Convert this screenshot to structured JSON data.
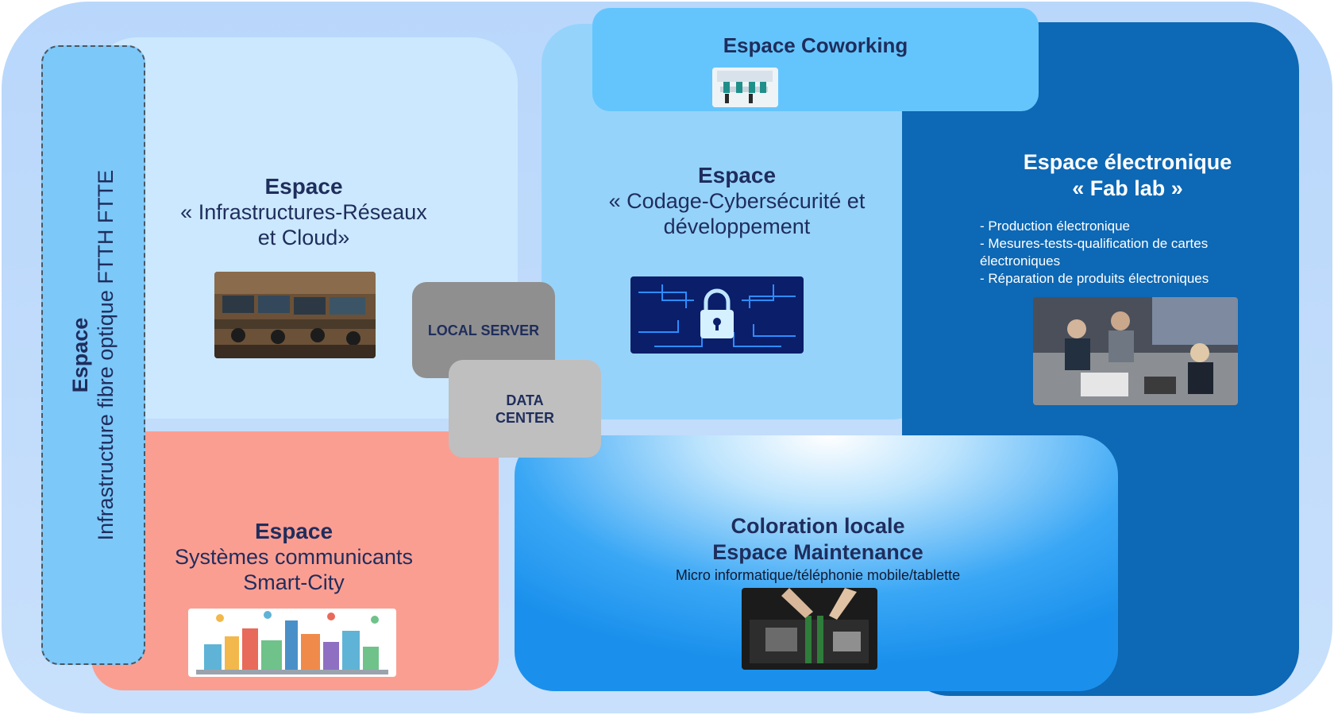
{
  "coworking": {
    "title": "Espace Coworking"
  },
  "infra": {
    "line1": "Espace",
    "line2": "« Infrastructures-Réseaux",
    "line3": "et Cloud»"
  },
  "codage": {
    "line1": "Espace",
    "line2": "« Codage-Cybersécurité et",
    "line3": "développement"
  },
  "fablab": {
    "line1": "Espace électronique",
    "line2": "« Fab lab »",
    "items": [
      "- Production électronique",
      "- Mesures-tests-qualification de cartes",
      "électroniques",
      "- Réparation de produits électroniques"
    ]
  },
  "fttf": {
    "line1": "Espace",
    "line2": "Infrastructure fibre optique FTTH FTTE"
  },
  "server": {
    "label": "LOCAL SERVER"
  },
  "datacenter": {
    "line1": "DATA",
    "line2": "CENTER"
  },
  "smart": {
    "line1": "Espace",
    "line2": "Systèmes communicants",
    "line3": "Smart-City"
  },
  "maintenance": {
    "line1": "Coloration locale",
    "line2": "Espace Maintenance",
    "subtitle": "Micro informatique/téléphonie mobile/tablette"
  },
  "colors": {
    "outer": "#b9d7fb",
    "infra": "#cbe8fe",
    "codage": "#96d3fb",
    "fablab": "#0d68b5",
    "smart": "#fb9e92",
    "coworking": "#64c5fd",
    "fttf": "#7cc8f9",
    "text": "#1f2d5c"
  }
}
